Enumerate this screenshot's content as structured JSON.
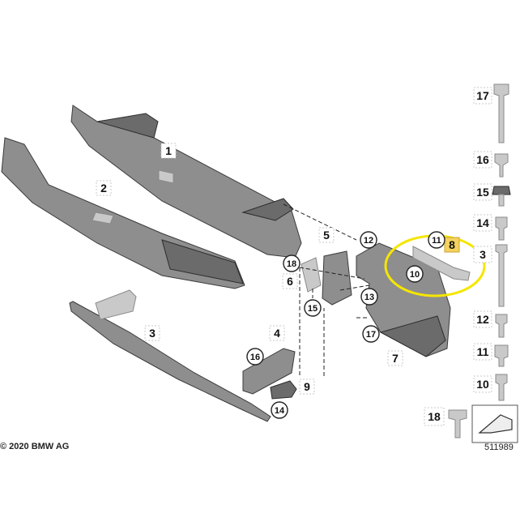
{
  "diagram": {
    "callouts": {
      "n1": "1",
      "n2": "2",
      "n3": "3",
      "n4": "4",
      "n5": "5",
      "n6": "6",
      "n7": "7",
      "n8": "8",
      "n9": "9",
      "n10": "10",
      "n11": "11",
      "n12": "12",
      "n13": "13",
      "n14": "14",
      "n15": "15",
      "n16": "16",
      "n17": "17",
      "n18": "18"
    },
    "legend": {
      "r17": "17",
      "r16": "16",
      "r15": "15",
      "r14": "14",
      "r13": "3",
      "r12": "12",
      "r11": "11",
      "r10": "10",
      "r18": "18"
    },
    "highlight_color": "#f5e600",
    "copyright": "© 2020 BMW AG",
    "diagram_number": "511989"
  }
}
